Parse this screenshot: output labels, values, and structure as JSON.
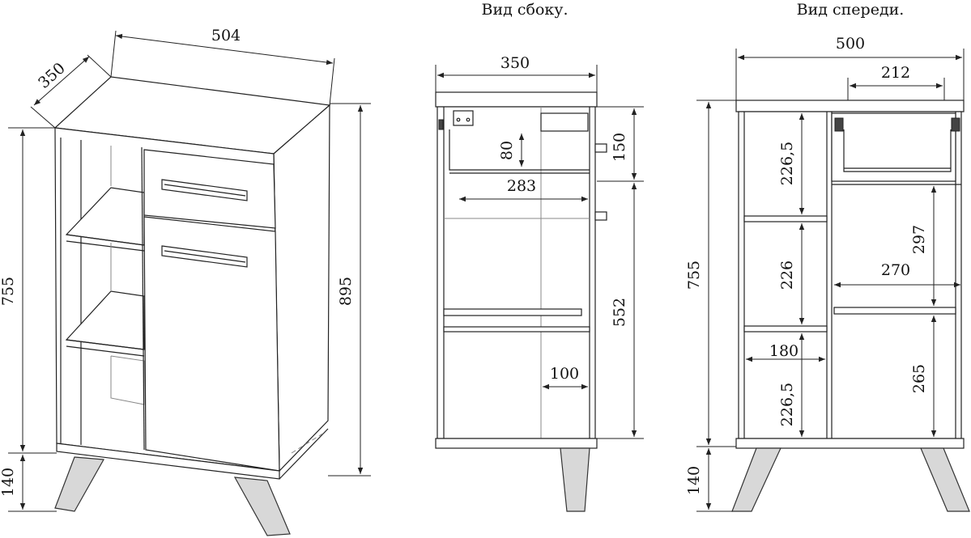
{
  "titles": {
    "side": "Вид сбоку.",
    "front": "Вид спереди."
  },
  "iso": {
    "width": "504",
    "depth": "350",
    "body_height": "755",
    "total_height": "895",
    "legs": "140"
  },
  "side": {
    "depth": "350",
    "drawer_inner": "80",
    "drawer_depth": "283",
    "drawer_height": "150",
    "door_height": "552",
    "offset": "100"
  },
  "front": {
    "width": "500",
    "drawer_width": "212",
    "body_height": "755",
    "legs": "140",
    "shelf_top": "226,5",
    "shelf_mid": "226",
    "shelf_bottom": "226,5",
    "shelf_width": "180",
    "door_top": "297",
    "door_inner_width": "270",
    "door_bottom": "265"
  }
}
